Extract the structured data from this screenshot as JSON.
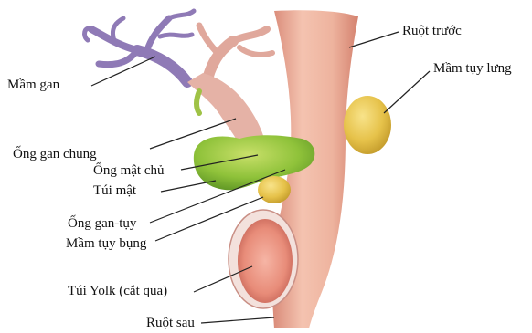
{
  "labels": {
    "liver_bud": "Mầm gan",
    "foregut": "Ruột trước",
    "dorsal_pancreatic_bud": "Mầm tụy lưng",
    "common_hepatic_duct": "Ống gan chung",
    "common_bile_duct": "Ống mật chủ",
    "gallbladder": "Túi mật",
    "hepatopancreatic_duct": "Ống gan-tụy",
    "ventral_pancreatic_bud": "Mầm tụy bụng",
    "yolk_sac": "Túi Yolk (cắt qua)",
    "hindgut": "Ruột sau"
  }
}
